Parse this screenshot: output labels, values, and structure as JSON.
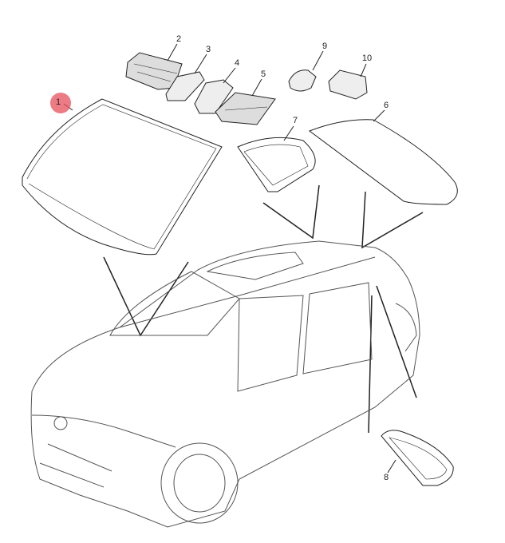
{
  "diagram": {
    "callouts": [
      {
        "id": "1",
        "label": "1",
        "highlighted": true
      },
      {
        "id": "2",
        "label": "2"
      },
      {
        "id": "3",
        "label": "3"
      },
      {
        "id": "4",
        "label": "4"
      },
      {
        "id": "5",
        "label": "5"
      },
      {
        "id": "6",
        "label": "6"
      },
      {
        "id": "7",
        "label": "7"
      },
      {
        "id": "8",
        "label": "8"
      },
      {
        "id": "9",
        "label": "9"
      },
      {
        "id": "10",
        "label": "10"
      }
    ],
    "highlight_color": "#e6505a"
  }
}
